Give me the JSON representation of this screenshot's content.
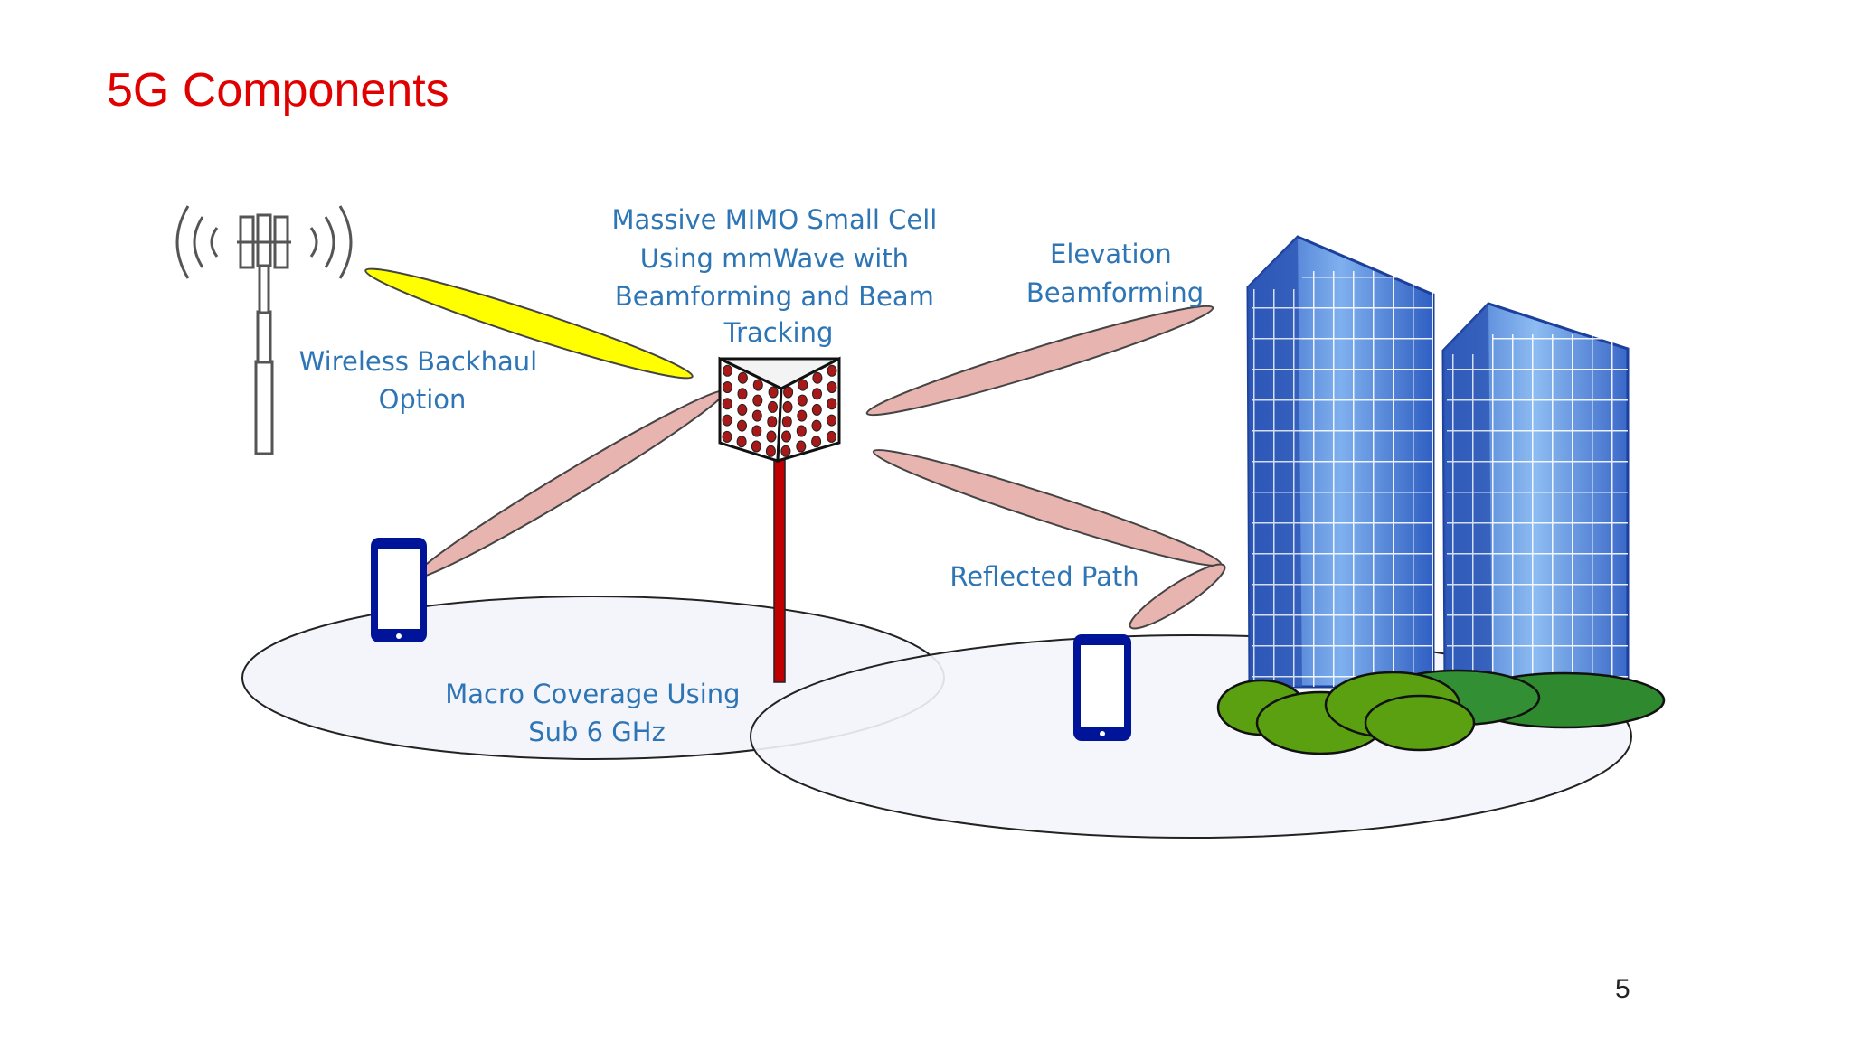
{
  "slide": {
    "title": "5G Components",
    "page_number": "5"
  },
  "labels": {
    "small_cell": [
      "Massive MIMO Small Cell",
      "Using mmWave with",
      "Beamforming and Beam",
      "Tracking"
    ],
    "elevation": [
      "Elevation",
      "Beamforming"
    ],
    "backhaul": [
      "Wireless Backhaul",
      "Option"
    ],
    "reflected": [
      "Reflected Path"
    ],
    "macro": [
      "Macro Coverage Using",
      "Sub 6 GHz"
    ]
  },
  "colors": {
    "title": "#e00000",
    "label": "#2e75b6",
    "backhaul_beam": "#ffff00",
    "beam": "#e8b4b0",
    "pole": "#c00000",
    "antenna_element": "#a81818",
    "phone": "#00149a",
    "building": "#3f6fd0",
    "tree": "#4e9a06"
  },
  "icons": [
    "cell-tower-icon",
    "mimo-antenna-icon",
    "phone-icon",
    "building-icon",
    "tree-icon"
  ]
}
